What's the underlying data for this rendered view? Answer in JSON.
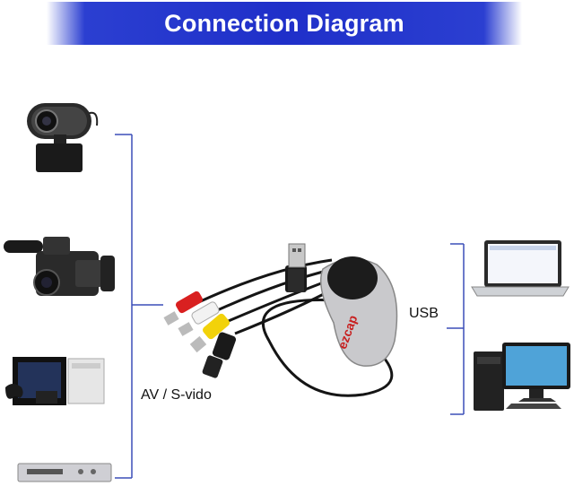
{
  "header": {
    "title": "Connection Diagram"
  },
  "labels": {
    "left_connection": "AV / S-vido",
    "right_connection": "USB"
  },
  "device": {
    "brand": "ezcap"
  },
  "sources": [
    "webcam-icon",
    "camcorder-icon",
    "game-console-icon",
    "dvd-player-icon"
  ],
  "targets": [
    "laptop-icon",
    "desktop-computer-icon"
  ],
  "colors": {
    "banner": "#1f2fc9",
    "bracket": "#3b4fb8",
    "rca_red": "#d92020",
    "rca_white": "#f2f2f2",
    "rca_yellow": "#f2d20a"
  }
}
